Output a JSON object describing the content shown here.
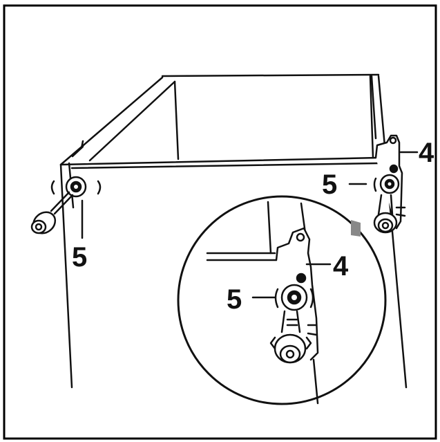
{
  "callouts": {
    "left_5": "5",
    "right_4": "4",
    "right_5": "5",
    "detail_4": "4",
    "detail_5": "5"
  },
  "colors": {
    "line": "#111111",
    "background": "#ffffff",
    "frame": "#000000",
    "shade": "#888888"
  }
}
